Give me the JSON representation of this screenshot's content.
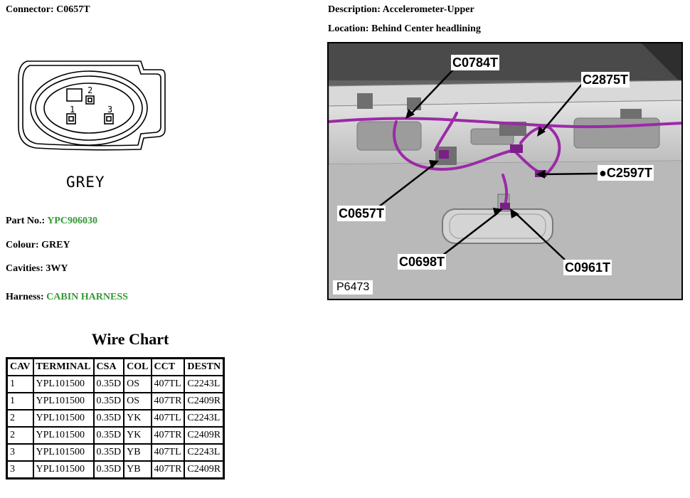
{
  "connector": {
    "label": "Connector:",
    "value": "C0657T"
  },
  "description": {
    "label": "Description:",
    "value": "Accelerometer-Upper"
  },
  "location": {
    "label": "Location:",
    "value": "Behind Center headlining"
  },
  "face": {
    "colour_text": "GREY",
    "cavity_numbers": [
      "1",
      "2",
      "3"
    ]
  },
  "part": {
    "label": "Part No.:",
    "value": "YPC906030"
  },
  "colour": {
    "label": "Colour:",
    "value": "GREY"
  },
  "cavities": {
    "label": "Cavities:",
    "value": "3WY"
  },
  "harness": {
    "label": "Harness:",
    "value": "CABIN HARNESS"
  },
  "link_color": "#339933",
  "wire_chart": {
    "title": "Wire Chart",
    "headers": [
      "CAV",
      "TERMINAL",
      "CSA",
      "COL",
      "CCT",
      "DESTN"
    ],
    "rows": [
      [
        "1",
        "YPL101500",
        "0.35D",
        "OS",
        "407TL",
        "C2243L"
      ],
      [
        "1",
        "YPL101500",
        "0.35D",
        "OS",
        "407TR",
        "C2409R"
      ],
      [
        "2",
        "YPL101500",
        "0.35D",
        "YK",
        "407TL",
        "C2243L"
      ],
      [
        "2",
        "YPL101500",
        "0.35D",
        "YK",
        "407TR",
        "C2409R"
      ],
      [
        "3",
        "YPL101500",
        "0.35D",
        "YB",
        "407TL",
        "C2243L"
      ],
      [
        "3",
        "YPL101500",
        "0.35D",
        "YB",
        "407TR",
        "C2409R"
      ]
    ]
  },
  "photo": {
    "figure_id": "P6473",
    "harness_color": "#9b2aa6",
    "callouts": {
      "c0784t": "C0784T",
      "c2875t": "C2875T",
      "c2597t": "●C2597T",
      "c0657t": "C0657T",
      "c0698t": "C0698T",
      "c0961t": "C0961T"
    }
  }
}
